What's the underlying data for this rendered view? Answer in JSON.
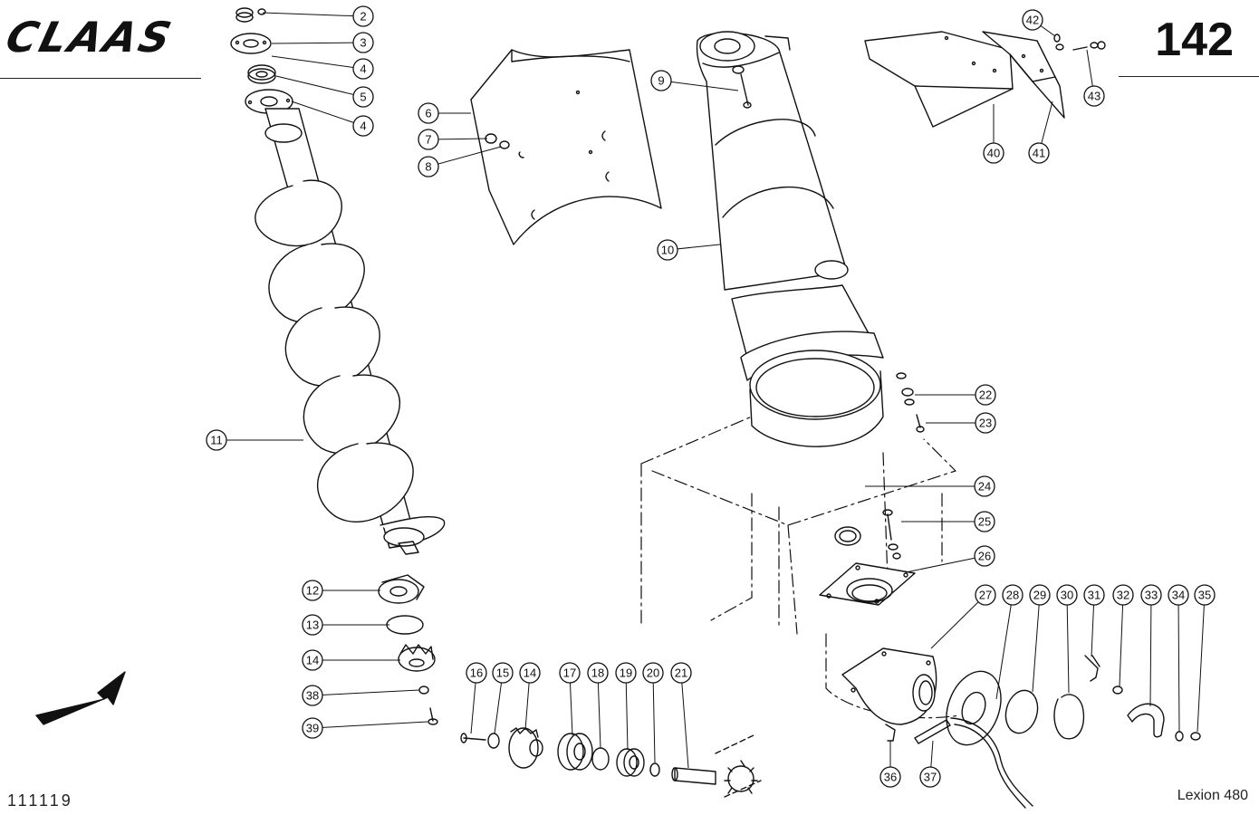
{
  "header": {
    "brand": "CLAAS",
    "page_number": "142"
  },
  "footer": {
    "doc_code": "111119",
    "model": "Lexion 480"
  },
  "callouts": [
    {
      "label": "2"
    },
    {
      "label": "3"
    },
    {
      "label": "4"
    },
    {
      "label": "5"
    },
    {
      "label": "4"
    },
    {
      "label": "6"
    },
    {
      "label": "7"
    },
    {
      "label": "8"
    },
    {
      "label": "9"
    },
    {
      "label": "10"
    },
    {
      "label": "11"
    },
    {
      "label": "12"
    },
    {
      "label": "13"
    },
    {
      "label": "14"
    },
    {
      "label": "38"
    },
    {
      "label": "39"
    },
    {
      "label": "16"
    },
    {
      "label": "15"
    },
    {
      "label": "14"
    },
    {
      "label": "17"
    },
    {
      "label": "18"
    },
    {
      "label": "19"
    },
    {
      "label": "20"
    },
    {
      "label": "21"
    },
    {
      "label": "22"
    },
    {
      "label": "23"
    },
    {
      "label": "24"
    },
    {
      "label": "25"
    },
    {
      "label": "26"
    },
    {
      "label": "27"
    },
    {
      "label": "28"
    },
    {
      "label": "29"
    },
    {
      "label": "30"
    },
    {
      "label": "31"
    },
    {
      "label": "32"
    },
    {
      "label": "33"
    },
    {
      "label": "34"
    },
    {
      "label": "35"
    },
    {
      "label": "36"
    },
    {
      "label": "37"
    },
    {
      "label": "40"
    },
    {
      "label": "41"
    },
    {
      "label": "42"
    },
    {
      "label": "43"
    }
  ]
}
